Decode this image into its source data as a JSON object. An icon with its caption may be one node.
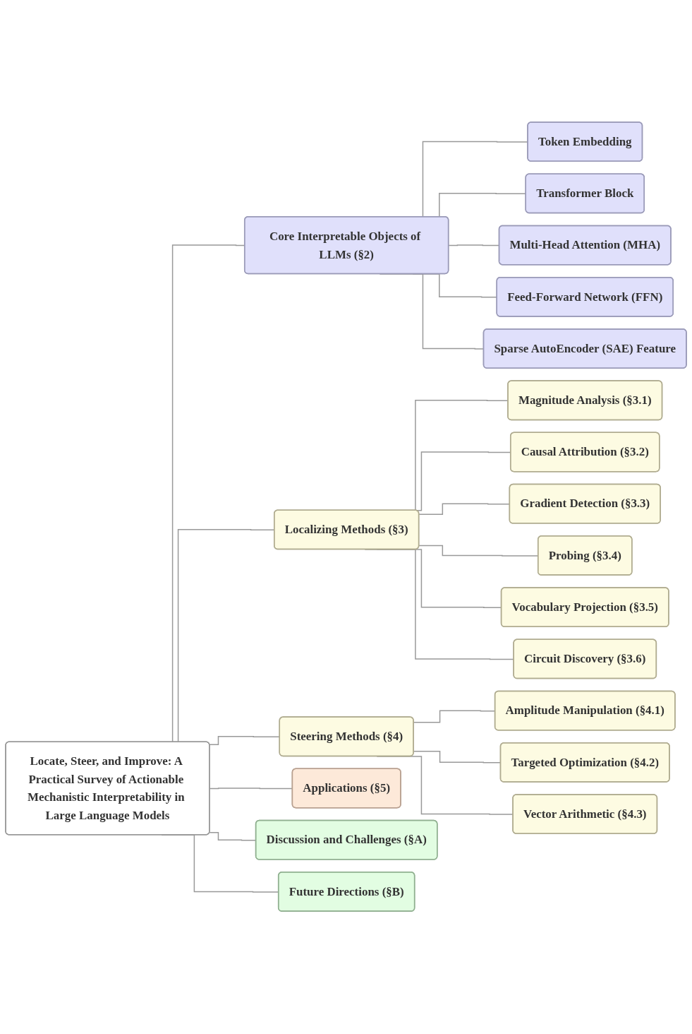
{
  "diagram": {
    "nodes": [
      {
        "text": [
          "Locate, Steer, and Improve: A Practical Survey of Actionable Mechanistic Interpretability in Large Language Models"
        ]
      },
      {
        "text": [
          "Core Interpretable Objects of LLMs (§2)"
        ]
      },
      {
        "text": [
          "Token Embedding"
        ]
      },
      {
        "text": [
          "Transformer Block"
        ]
      },
      {
        "text": [
          "Multi-Head Attention (MHA)"
        ]
      },
      {
        "text": [
          "Feed-Forward Network (FFN)"
        ]
      },
      {
        "text": [
          "Sparse AutoEncoder (SAE) Feature"
        ]
      },
      {
        "text": [
          "Localizing Methods (§3)"
        ]
      },
      {
        "text": [
          "Magnitude Analysis (§3.1)"
        ]
      },
      {
        "text": [
          "Causal Attribution (§3.2)"
        ]
      },
      {
        "text": [
          "Gradient Detection (§3.3)"
        ]
      },
      {
        "text": [
          "Probing (§3.4)"
        ]
      },
      {
        "text": [
          "Vocabulary Projection (§3.5)"
        ]
      },
      {
        "text": [
          "Circuit Discovery (§3.6)"
        ]
      },
      {
        "text": [
          "Steering Methods (§4)"
        ]
      },
      {
        "text": [
          "Amplitude Manipulation (§4.1)"
        ]
      },
      {
        "text": [
          "Targeted Optimization (§4.2)"
        ]
      },
      {
        "text": [
          "Vector Arithmetic (§4.3)"
        ]
      },
      {
        "text": [
          "Applications (§5)"
        ]
      },
      {
        "text": [
          "Discussion and Challenges (§A)"
        ]
      },
      {
        "text": [
          "Future Directions (§B)"
        ]
      }
    ],
    "edges": [
      {
        "from": 0,
        "to": 1,
        "arrow": "none"
      },
      {
        "from": 1,
        "to": 2,
        "arrow": "none"
      },
      {
        "from": 1,
        "to": 3,
        "arrow": "none"
      },
      {
        "from": 1,
        "to": 4,
        "arrow": "none"
      },
      {
        "from": 1,
        "to": 5,
        "arrow": "none"
      },
      {
        "from": 1,
        "to": 6,
        "arrow": "none"
      },
      {
        "from": 0,
        "to": 7,
        "arrow": "none"
      },
      {
        "from": 7,
        "to": 8,
        "arrow": "none"
      },
      {
        "from": 7,
        "to": 9,
        "arrow": "none"
      },
      {
        "from": 7,
        "to": 10,
        "arrow": "none"
      },
      {
        "from": 7,
        "to": 11,
        "arrow": "none"
      },
      {
        "from": 7,
        "to": 12,
        "arrow": "none"
      },
      {
        "from": 7,
        "to": 13,
        "arrow": "none"
      },
      {
        "from": 0,
        "to": 14,
        "arrow": "none"
      },
      {
        "from": 14,
        "to": 15,
        "arrow": "none"
      },
      {
        "from": 14,
        "to": 16,
        "arrow": "none"
      },
      {
        "from": 14,
        "to": 17,
        "arrow": "none"
      },
      {
        "from": 0,
        "to": 18,
        "arrow": "none"
      },
      {
        "from": 0,
        "to": 19,
        "arrow": "none"
      },
      {
        "from": 0,
        "to": 20,
        "arrow": "none"
      }
    ]
  }
}
